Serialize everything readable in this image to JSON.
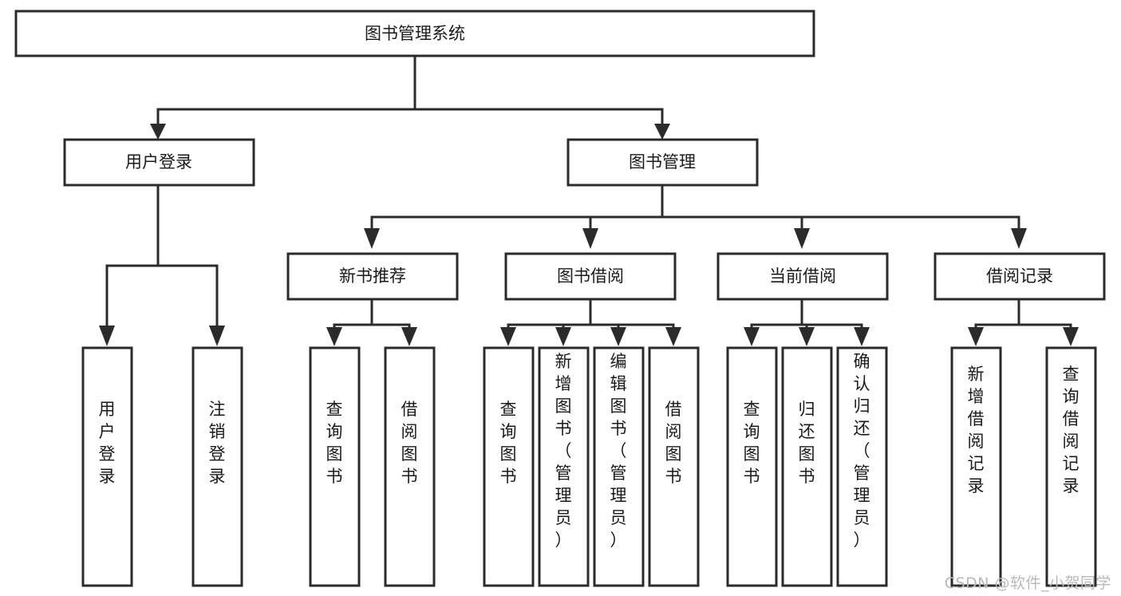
{
  "diagram": {
    "title": "图书管理系统",
    "type": "tree-hierarchy",
    "watermark": "CSDN @软件_小贺同学",
    "colors": {
      "stroke": "#2b2b2b",
      "fill": "#ffffff",
      "text": "#1a1a1a",
      "watermark": "#b9b9b9"
    },
    "nodes": {
      "root": {
        "label": "图书管理系统",
        "level": 1,
        "orientation": "horizontal"
      },
      "level2": [
        {
          "id": "user-login",
          "label": "用户登录",
          "orientation": "horizontal"
        },
        {
          "id": "book-management",
          "label": "图书管理",
          "orientation": "horizontal"
        }
      ],
      "level3": [
        {
          "id": "new-book-recommend",
          "label": "新书推荐",
          "orientation": "horizontal"
        },
        {
          "id": "book-borrow",
          "label": "图书借阅",
          "orientation": "horizontal"
        },
        {
          "id": "current-borrow",
          "label": "当前借阅",
          "orientation": "horizontal"
        },
        {
          "id": "borrow-record",
          "label": "借阅记录",
          "orientation": "horizontal"
        }
      ],
      "leaves": [
        {
          "id": "leaf-user-login",
          "parent": "user-login",
          "label": "用户登录",
          "orientation": "vertical"
        },
        {
          "id": "leaf-logout",
          "parent": "user-login",
          "label": "注销登录",
          "orientation": "vertical"
        },
        {
          "id": "leaf-query-book-1",
          "parent": "new-book-recommend",
          "label": "查询图书",
          "orientation": "vertical"
        },
        {
          "id": "leaf-borrow-book-1",
          "parent": "new-book-recommend",
          "label": "借阅图书",
          "orientation": "vertical"
        },
        {
          "id": "leaf-query-book-2",
          "parent": "book-borrow",
          "label": "查询图书",
          "orientation": "vertical"
        },
        {
          "id": "leaf-add-book",
          "parent": "book-borrow",
          "label": "新增图书（管理员）",
          "orientation": "vertical"
        },
        {
          "id": "leaf-edit-book",
          "parent": "book-borrow",
          "label": "编辑图书（管理员）",
          "orientation": "vertical"
        },
        {
          "id": "leaf-borrow-book-2",
          "parent": "book-borrow",
          "label": "借阅图书",
          "orientation": "vertical"
        },
        {
          "id": "leaf-query-book-3",
          "parent": "current-borrow",
          "label": "查询图书",
          "orientation": "vertical"
        },
        {
          "id": "leaf-return-book",
          "parent": "current-borrow",
          "label": "归还图书",
          "orientation": "vertical"
        },
        {
          "id": "leaf-confirm-return",
          "parent": "current-borrow",
          "label": "确认归还（管理员）",
          "orientation": "vertical"
        },
        {
          "id": "leaf-add-record",
          "parent": "borrow-record",
          "label": "新增借阅记录",
          "orientation": "vertical"
        },
        {
          "id": "leaf-query-record",
          "parent": "borrow-record",
          "label": "查询借阅记录",
          "orientation": "vertical"
        }
      ]
    }
  }
}
